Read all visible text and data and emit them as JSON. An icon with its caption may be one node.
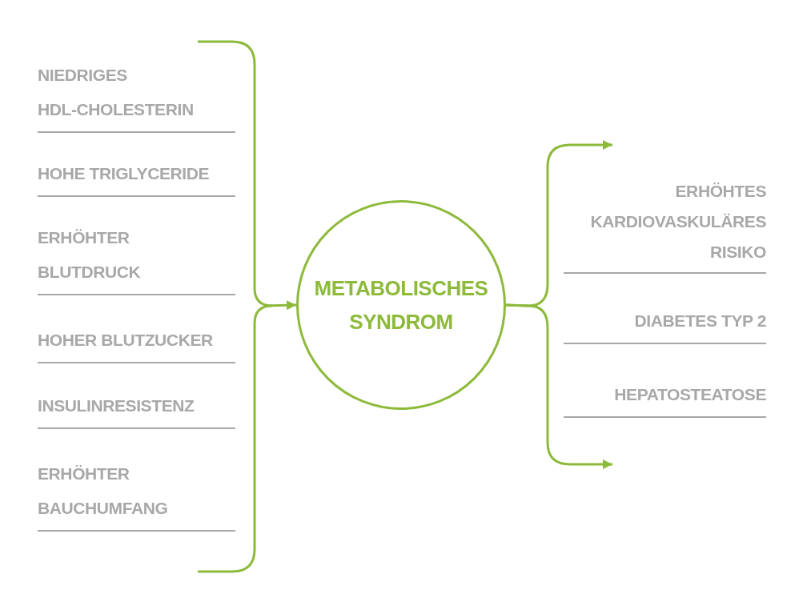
{
  "diagram": {
    "nodes": [
      {
        "text": [
          "NIEDRIGES HDL-CHOLESTERIN"
        ]
      },
      {
        "text": [
          "HOHE TRIGLYCERIDE"
        ]
      },
      {
        "text": [
          "ERHÖHTER BLUTDRUCK"
        ]
      },
      {
        "text": [
          "HOHER BLUTZUCKER"
        ]
      },
      {
        "text": [
          "INSULINRESISTENZ"
        ]
      },
      {
        "text": [
          "ERHÖHTER BAUCHUMFANG"
        ]
      },
      {
        "text": [
          "METABOLISCHES SYNDROM"
        ]
      },
      {
        "text": [
          "ERHÖHTES KARDIOVASKULÄRES RISIKO"
        ]
      },
      {
        "text": [
          "DIABETES TYP 2"
        ]
      },
      {
        "text": [
          "HEPATOSTEATOSE"
        ]
      }
    ],
    "edges": [
      {
        "from": null,
        "to": 6,
        "arrow": "to"
      },
      {
        "from": 6,
        "to": null,
        "arrow": "to"
      },
      {
        "from": 6,
        "to": null,
        "arrow": "to"
      }
    ]
  }
}
